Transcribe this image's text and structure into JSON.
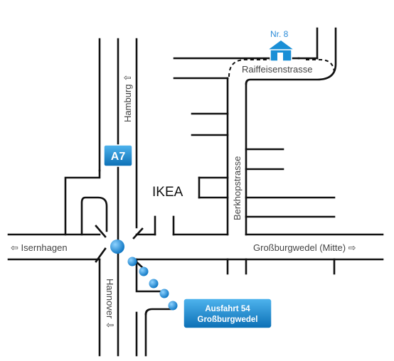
{
  "colors": {
    "road": "#111111",
    "label": "#444444",
    "accent_blue": "#1a8fd6",
    "badge_dark": "#0b6fb5",
    "badge_text": "#ffffff"
  },
  "labels": {
    "hamburg": "Hamburg ⇧",
    "hannover": "Hannover ⇩",
    "isernhagen": "⇦ Isernhagen",
    "grossburgwedel": "Großburgwedel (Mitte) ⇨",
    "raiffeisenstrasse": "Raiffeisenstrasse",
    "berkhopstrasse": "Berkhopstrasse",
    "ikea": "IKEA",
    "destination": "Nr. 8"
  },
  "badges": {
    "motorway": "A7",
    "exit_line1": "Ausfahrt 54",
    "exit_line2": "Großburgwedel"
  },
  "icons": [
    "house-icon",
    "route-dot-icon"
  ]
}
